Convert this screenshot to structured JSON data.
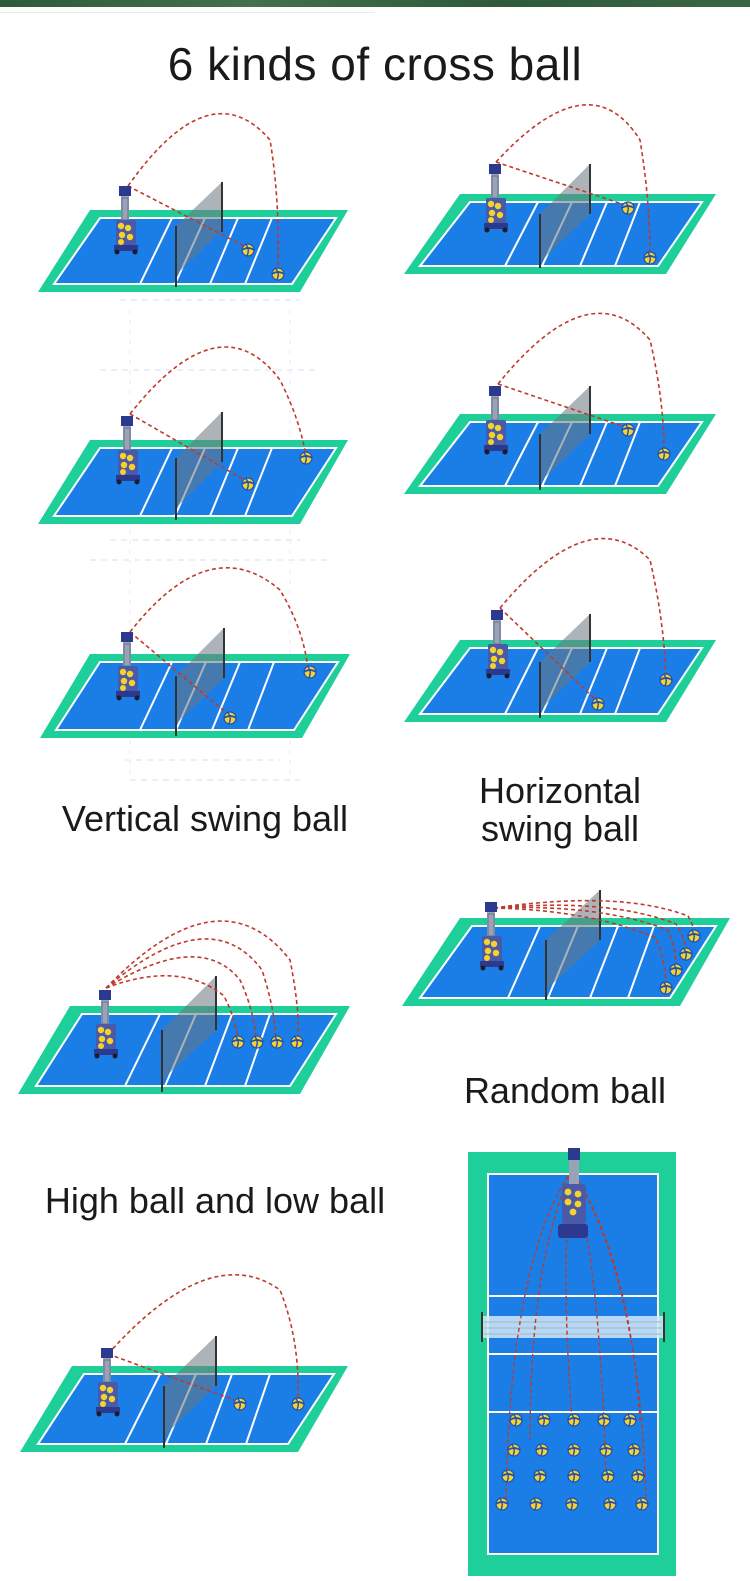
{
  "title": "6 kinds of cross ball",
  "labels": {
    "vertical": "Vertical swing ball",
    "horizontal_line1": "Horizontal",
    "horizontal_line2": "swing ball",
    "high_low": "High ball and low ball",
    "random": "Random ball"
  },
  "colors": {
    "court_outer": "#1fcf9a",
    "court_inner": "#1b7ee6",
    "court_line": "#ffffff",
    "trajectory": "#c0392b",
    "machine": "#2b3a8f",
    "ball_yellow": "#f5d32a",
    "ball_blue": "#1e4fb3",
    "top_bar": "#3b6644"
  },
  "icons": {
    "machine": "ball-machine-icon",
    "ball": "volleyball-icon",
    "net": "net-icon"
  }
}
